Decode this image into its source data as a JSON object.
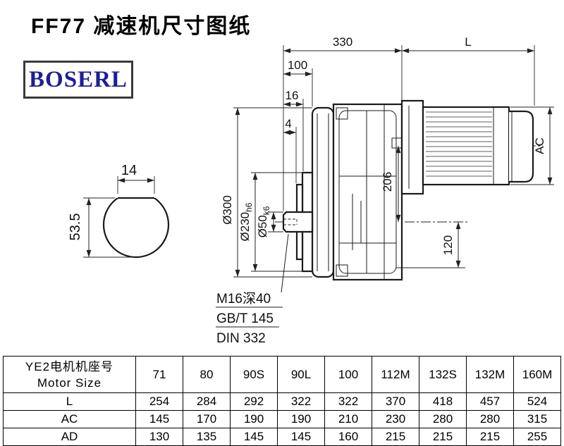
{
  "page": {
    "title": "FF77 减速机尺寸图纸"
  },
  "logo": {
    "text": "BOSERL"
  },
  "drawing": {
    "dim_330": "330",
    "dim_L": "L",
    "dim_100": "100",
    "dim_16": "16",
    "dim_4": "4",
    "dim_AC": "AC",
    "dim_206": "206",
    "dim_120": "120",
    "dim_14": "14",
    "dim_53_5": "53.5",
    "dia300": "Ø300",
    "dia230_main": "Ø230",
    "dia230_tol": "h6",
    "dia50_main": "Ø50",
    "dia50_tol": "k6",
    "note_thread": "M16深40",
    "note_gb": "GB/T 145",
    "note_din": "DIN 332"
  },
  "table": {
    "header_cn": "YE2电机机座号",
    "header_en": "Motor Size",
    "sizes": [
      "71",
      "80",
      "90S",
      "90L",
      "100",
      "112M",
      "132S",
      "132M",
      "160M"
    ],
    "rows": [
      {
        "label": "L",
        "values": [
          "254",
          "284",
          "292",
          "322",
          "322",
          "370",
          "418",
          "457",
          "524"
        ]
      },
      {
        "label": "AC",
        "values": [
          "145",
          "170",
          "190",
          "190",
          "210",
          "230",
          "280",
          "280",
          "315"
        ]
      },
      {
        "label": "AD",
        "values": [
          "130",
          "135",
          "145",
          "145",
          "160",
          "215",
          "215",
          "215",
          "255"
        ]
      }
    ]
  }
}
